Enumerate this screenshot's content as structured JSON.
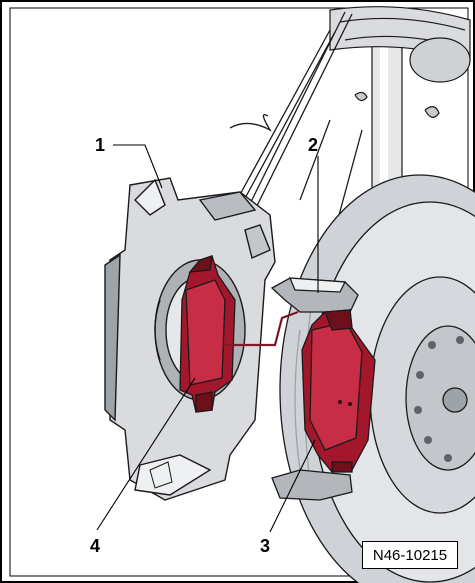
{
  "figure": {
    "reference_code": "N46-10215",
    "callouts": [
      {
        "id": "1",
        "label": "1"
      },
      {
        "id": "2",
        "label": "2"
      },
      {
        "id": "3",
        "label": "3"
      },
      {
        "id": "4",
        "label": "4"
      }
    ],
    "colors": {
      "pad": "#a3172c",
      "pad_dark": "#6e0f1c",
      "pad_light": "#c72e45",
      "metal": "#d7d9dc",
      "metal_dark": "#9ea3a8",
      "metal_shadow": "#7a7f85",
      "outline": "#1a1a1a"
    }
  }
}
